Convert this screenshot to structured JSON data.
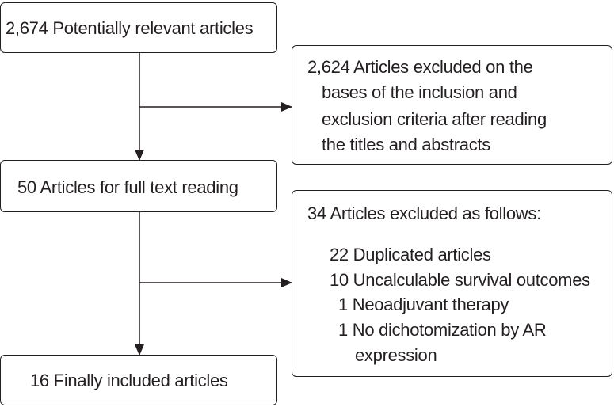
{
  "flow": {
    "identified": "2,674 Potentially relevant articles",
    "screening_excluded": [
      "2,624 Articles excluded on the",
      "bases of the inclusion and",
      "exclusion criteria after reading",
      "the titles and abstracts"
    ],
    "full_text": "50 Articles for full text reading",
    "fulltext_excluded": {
      "heading": "34 Articles excluded as follows:",
      "reasons": [
        "22 Duplicated articles",
        "10 Uncalculable survival outcomes",
        "1 Neoadjuvant therapy",
        "1 No dichotomization by AR",
        "expression"
      ]
    },
    "included": "16 Finally included articles"
  },
  "colors": {
    "line": "#231f20",
    "text": "#231f20",
    "background": "#ffffff"
  }
}
